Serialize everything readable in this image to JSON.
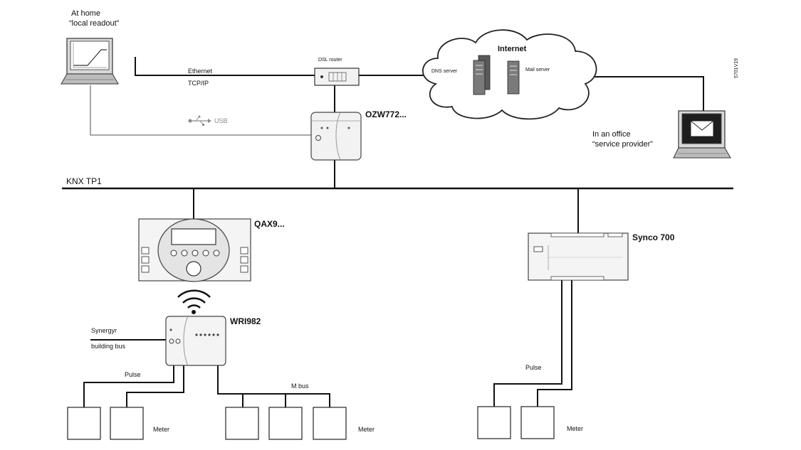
{
  "labels": {
    "home_line1": "At home",
    "home_line2": "“local readout”",
    "ethernet": "Ethernet",
    "tcpip": "TCP/IP",
    "dsl_router": "DSL router",
    "internet": "Internet",
    "dns_server": "DNS server",
    "mail_server": "Mail server",
    "usb": "USB",
    "ozw": "OZW772...",
    "office_line1": "In an office",
    "office_line2": "“service provider”",
    "knx": "KNX TP1",
    "qax": "QAX9...",
    "synco": "Synco 700",
    "wri": "WRI982",
    "synergyr_line1": "Synergyr",
    "synergyr_line2": "building bus",
    "pulse_left": "Pulse",
    "mbus": "M bus",
    "pulse_right": "Pulse",
    "meter_1": "Meter",
    "meter_2": "Meter",
    "meter_3": "Meter",
    "code": "5701V19"
  },
  "icons": [
    "laptop-icon",
    "router-icon",
    "cloud-icon",
    "server-icon",
    "usb-icon",
    "gateway-icon",
    "display-unit-icon",
    "wireless-icon",
    "controller-icon",
    "meter-icon"
  ]
}
